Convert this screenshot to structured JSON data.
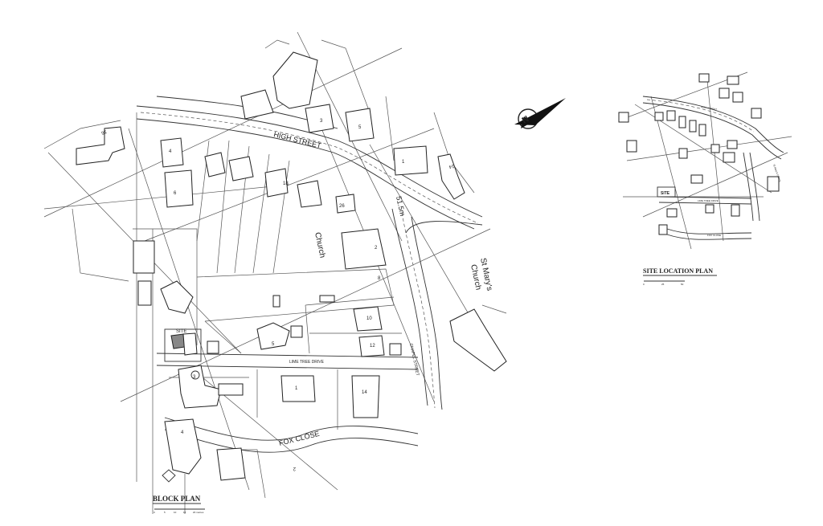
{
  "block_plan": {
    "title": "BLOCK PLAN",
    "street_high": "HIGH STREET",
    "street_lime": "LIME TREE DRIVE",
    "street_fox": "FOX  CLOSE",
    "street_chapel": "CHAPEL STREET",
    "church_label": "Church",
    "st_marys_1": "St Mary's",
    "st_marys_2": "Church",
    "spot_height": "51.5m",
    "site_label": "SITE",
    "scale_ticks": [
      "0",
      "5",
      "10",
      "15",
      "20 metres"
    ],
    "house_numbers": [
      "4",
      "6",
      "3",
      "5",
      "1",
      "5",
      "10",
      "12",
      "1",
      "14",
      "4",
      "2",
      "2",
      "8",
      "3",
      "18",
      "26",
      "16",
      "14"
    ]
  },
  "site_location_plan": {
    "title": "SITE LOCATION PLAN",
    "site_label": "SITE",
    "street_high": "HIGH STREET",
    "street_lime": "LIME TREE DRIVE",
    "street_fox": "FOX CLOSE",
    "church": "St Mary's Church",
    "scale_ticks": [
      "0",
      "25",
      "50"
    ]
  },
  "north_arrow": {
    "letter": "N"
  }
}
